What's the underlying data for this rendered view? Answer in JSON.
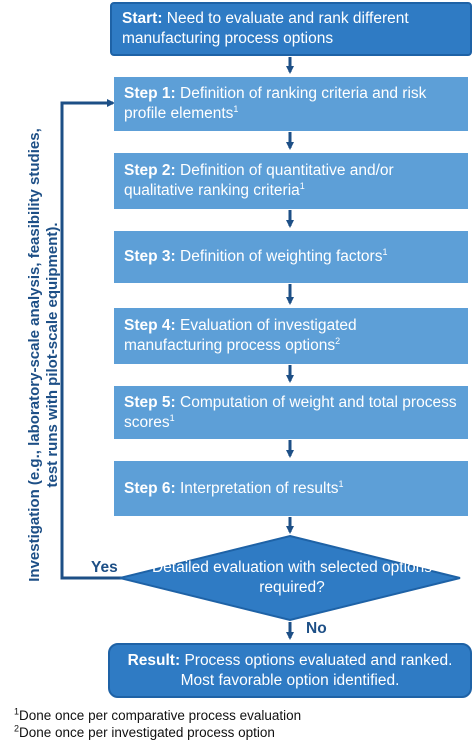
{
  "start": {
    "label": "Start:",
    "text": "Need to evaluate and rank different manufacturing process options"
  },
  "steps": [
    {
      "label": "Step 1:",
      "text": "Definition of ranking criteria and risk profile elements",
      "note": "1"
    },
    {
      "label": "Step 2:",
      "text": "Definition of quantitative and/or qualitative ranking criteria",
      "note": "1"
    },
    {
      "label": "Step 3:",
      "text": "Definition of weighting factors",
      "note": "1"
    },
    {
      "label": "Step 4:",
      "text": "Evaluation of investigated manufacturing process options",
      "note": "2"
    },
    {
      "label": "Step 5:",
      "text": "Computation of weight and total process scores",
      "note": "1"
    },
    {
      "label": "Step 6:",
      "text": "Interpretation of results",
      "note": "1"
    }
  ],
  "decision": {
    "text": "Detailed evaluation with selected options required?",
    "yes": "Yes",
    "no": "No"
  },
  "result": {
    "label": "Result:",
    "text": "Process options evaluated and ranked. Most favorable option identified."
  },
  "side_label": {
    "line1": "Investigation (e.g., laboratory-scale analysis, feasibility studies,",
    "line2": "test runs with pilot-scale equipment)."
  },
  "footnotes": [
    {
      "mark": "1",
      "text": "Done once per comparative process evaluation"
    },
    {
      "mark": "2",
      "text": "Done once per investigated process option"
    }
  ],
  "colors": {
    "start_fill": "#2f7bc4",
    "step_fill": "#5d9fd7",
    "arrow": "#1d4f86",
    "label_text": "#1d4f86"
  }
}
